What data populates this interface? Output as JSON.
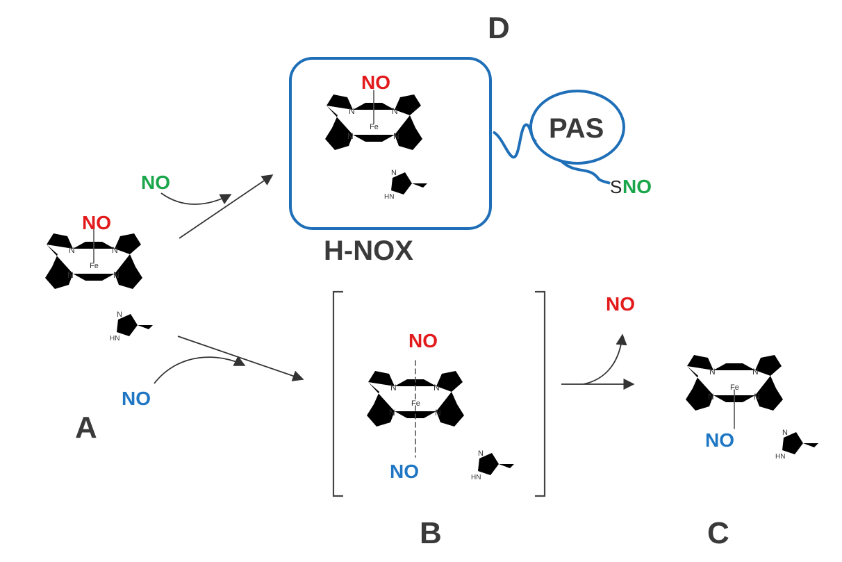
{
  "labels": {
    "panel_a": "A",
    "panel_b": "B",
    "panel_c": "C",
    "panel_d": "D",
    "hnox": "H-NOX",
    "pas": "PAS"
  },
  "species": {
    "no": "NO",
    "s": "S"
  },
  "atoms": {
    "n": "N",
    "fe": "Fe",
    "hn": "HN"
  },
  "colors": {
    "red": "#e31a1c",
    "green": "#1aa64a",
    "blue": "#1f77c4",
    "box": "#1f6fb8",
    "dark": "#3a3a3a"
  }
}
